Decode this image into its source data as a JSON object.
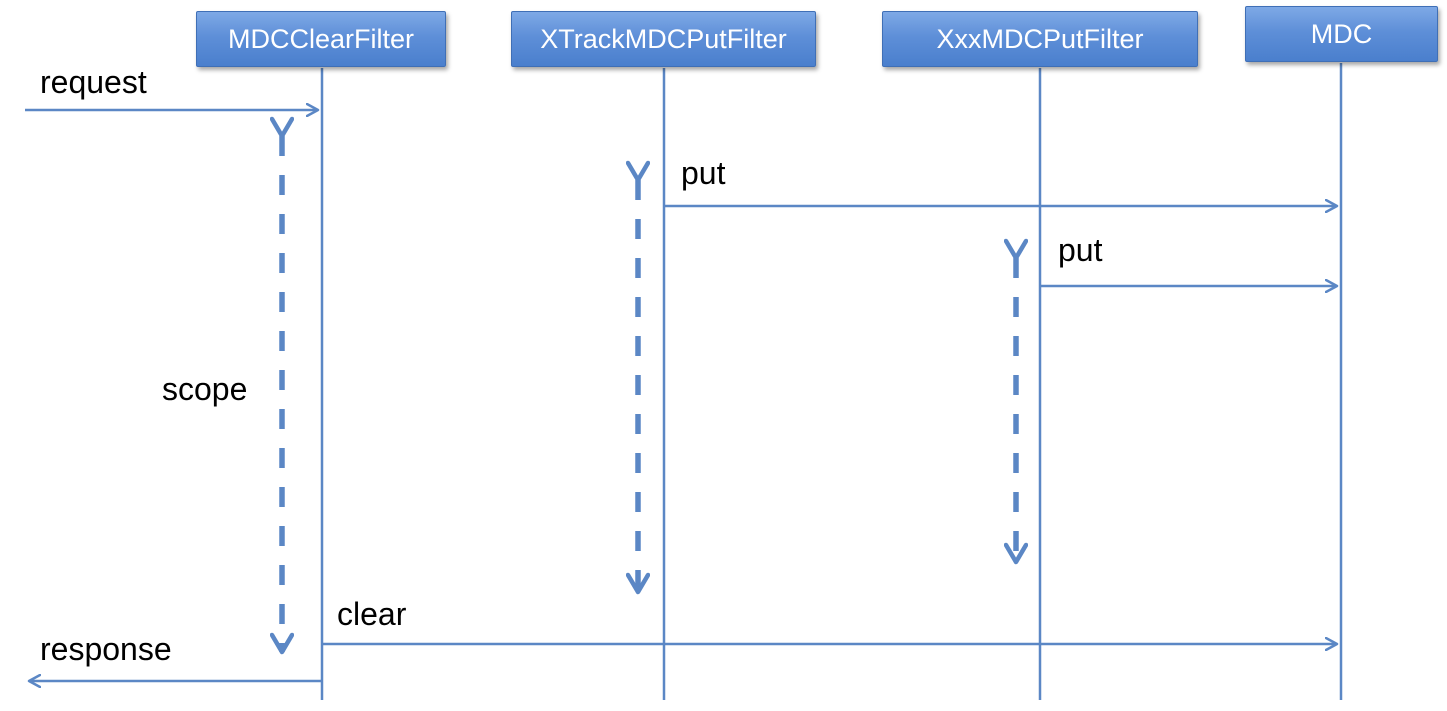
{
  "participants": [
    {
      "id": "mdc-clear-filter",
      "label": "MDCClearFilter"
    },
    {
      "id": "xtrack-mdc-put-filter",
      "label": "XTrackMDCPutFilter"
    },
    {
      "id": "xxx-mdc-put-filter",
      "label": "XxxMDCPutFilter"
    },
    {
      "id": "mdc",
      "label": "MDC"
    }
  ],
  "messages": {
    "request": "request",
    "put1": "put",
    "put2": "put",
    "clear": "clear",
    "response": "response"
  },
  "scope_label": "scope",
  "colors": {
    "line": "#5b87c5",
    "box_top": "#7ea9e6",
    "box_bottom": "#4a7fcd",
    "text": "#000000"
  }
}
